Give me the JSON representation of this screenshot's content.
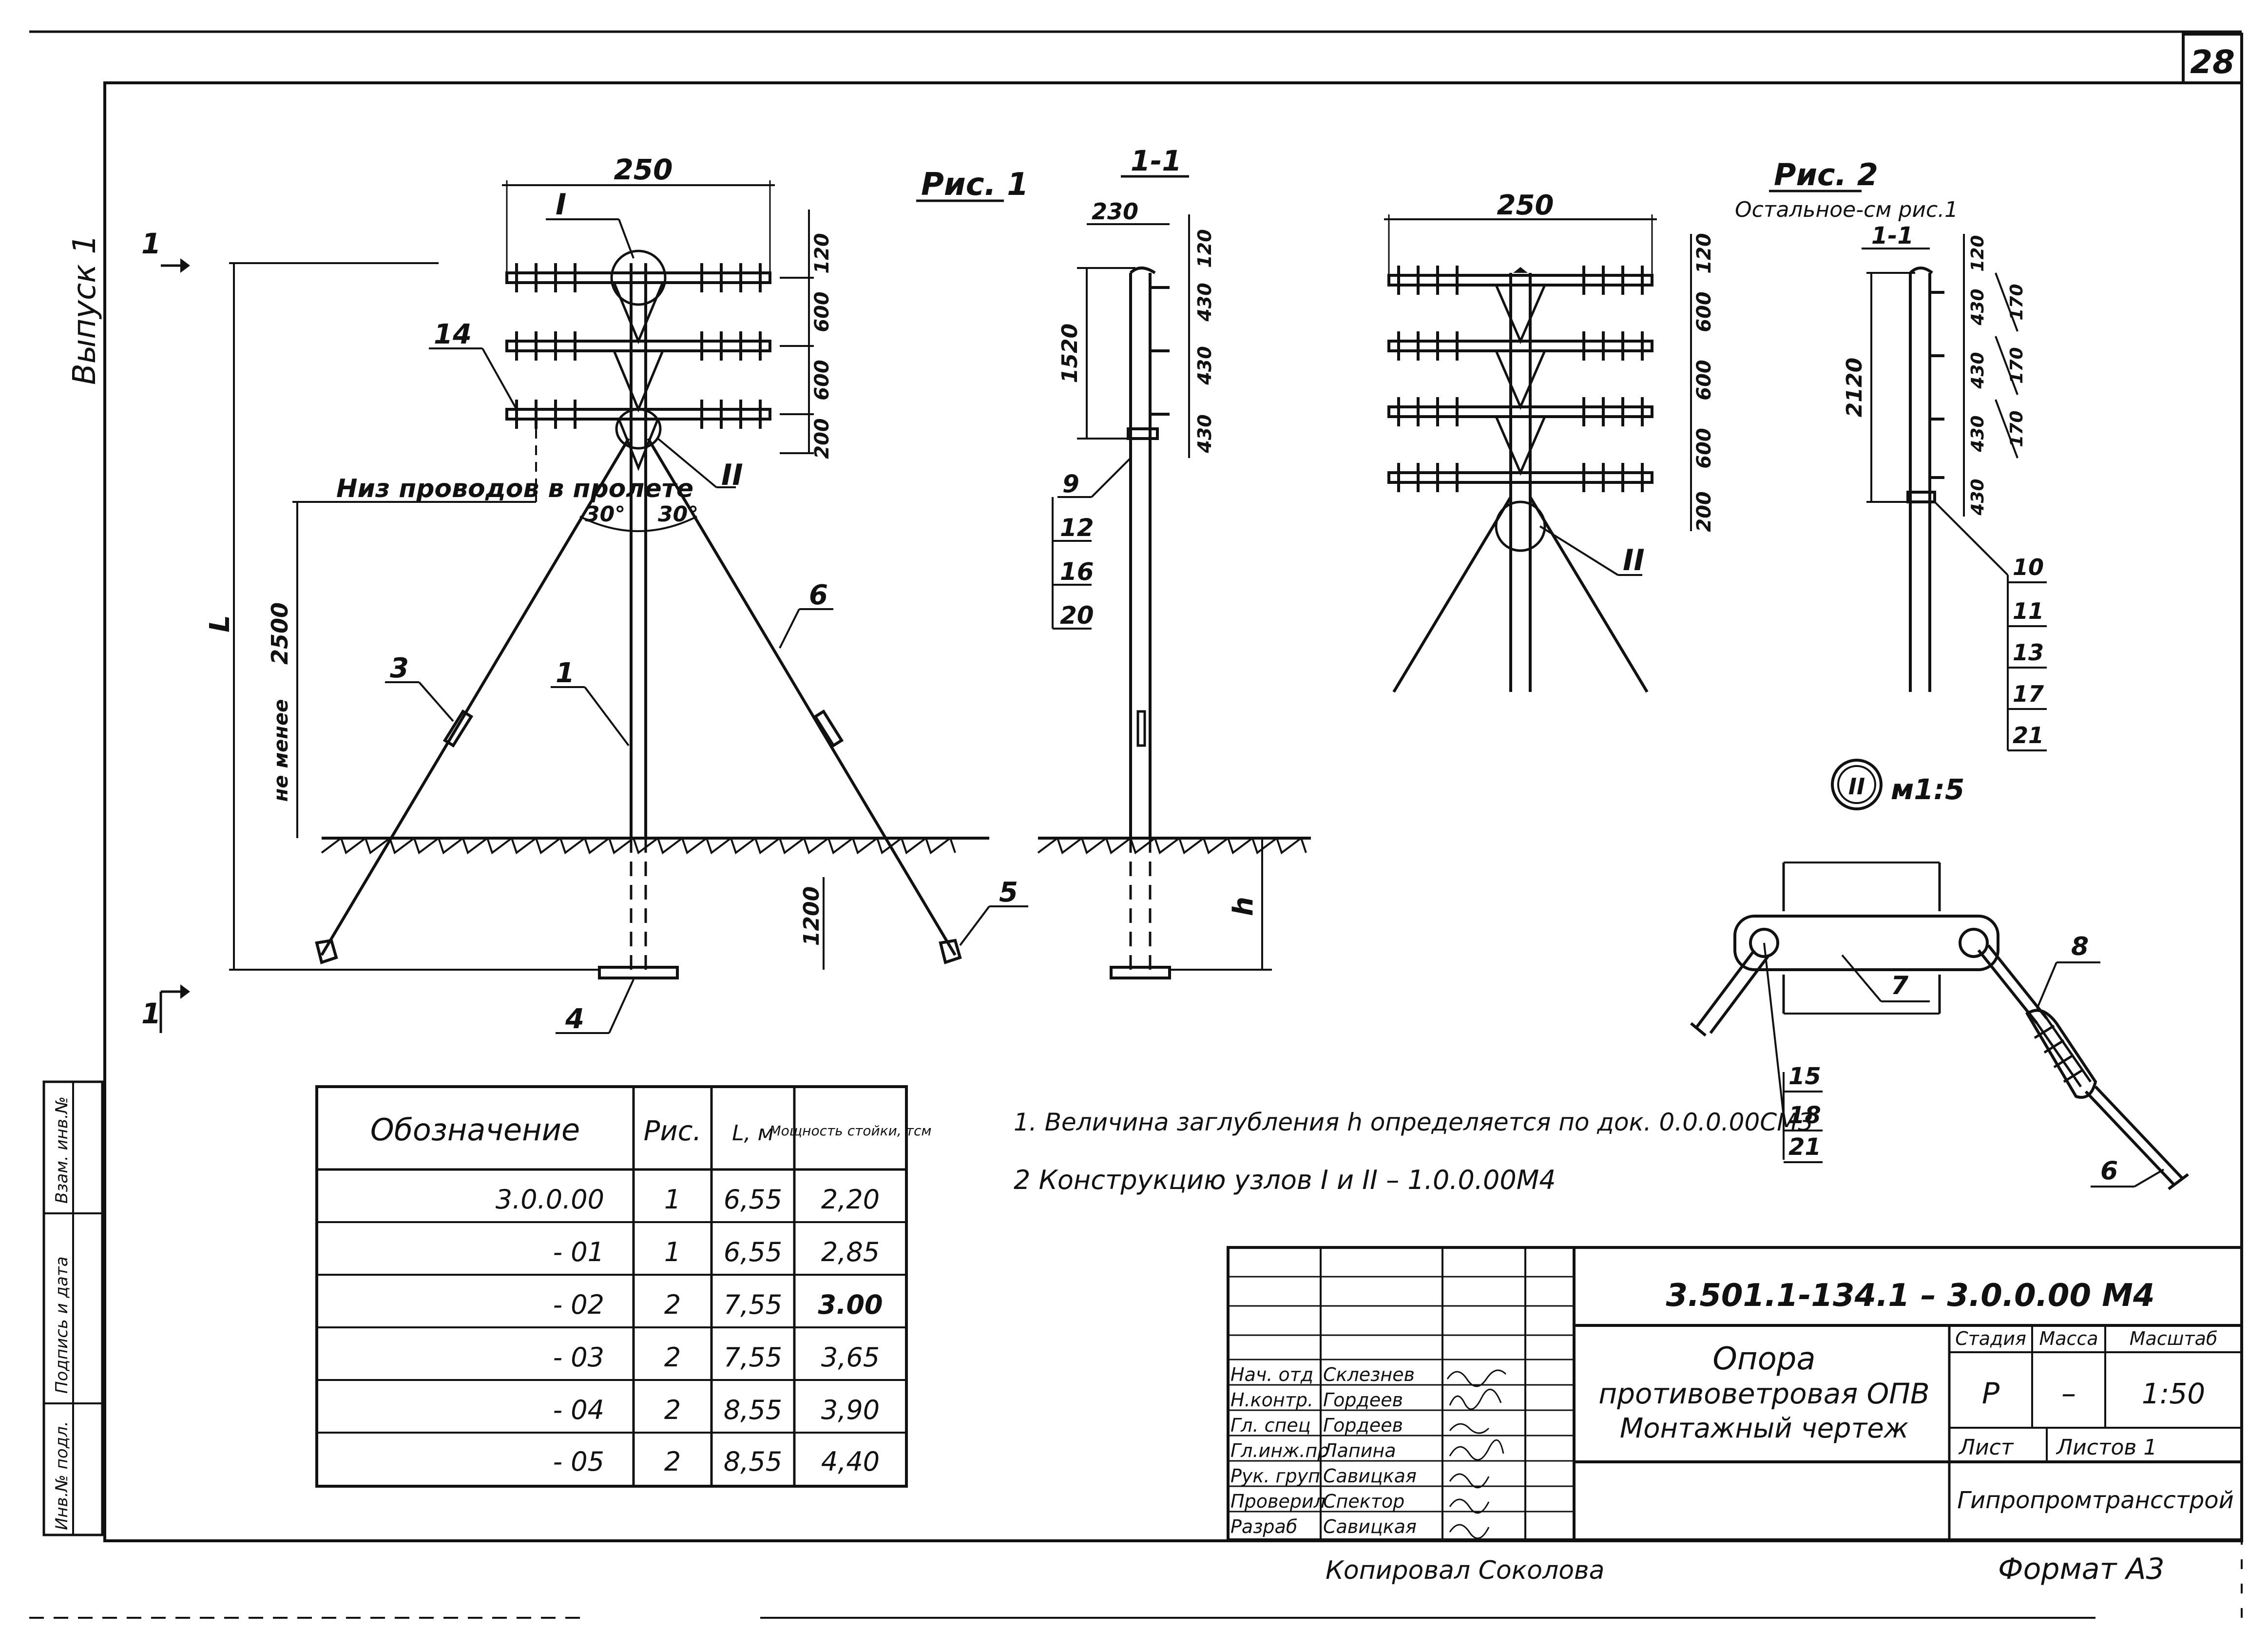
{
  "sheet": {
    "number": "28",
    "vypusk": "Выпуск 1",
    "format_label": "Формат А3",
    "copied_by": "Копировал  Соколова"
  },
  "side_stamp": {
    "vzam": "Взам. инв.№",
    "podpis": "Подпись и дата",
    "inv": "Инв.№ подл."
  },
  "fig1": {
    "caption": "Рис. 1",
    "dim_top": "250",
    "section_mark": "1",
    "node_I": "I",
    "node_II": "II",
    "dims_right": [
      "120",
      "600",
      "600",
      "200"
    ],
    "label_wires": "Низ проводов в пролете",
    "dim_2500": "2500",
    "ne_menee": "не менее",
    "dim_L": "L",
    "dim_1200": "1200",
    "angle_left": "30°",
    "angle_right": "30°",
    "callouts": [
      "14",
      "3",
      "1",
      "6",
      "5",
      "4"
    ]
  },
  "sec1": {
    "caption": "1-1",
    "dim_230": "230",
    "dim_1520": "1520",
    "dims_right": [
      "120",
      "430",
      "430",
      "430"
    ],
    "callouts": [
      "9",
      "12",
      "16",
      "20"
    ],
    "dim_h": "h"
  },
  "fig2": {
    "caption": "Рис. 2",
    "subcaption": "Остальное-см рис.1",
    "dim_top": "250",
    "dims_right": [
      "120",
      "600",
      "600",
      "600",
      "200"
    ],
    "node_II": "II"
  },
  "sec2": {
    "caption": "1-1",
    "dim_2120": "2120",
    "dims_right": [
      "120",
      "430",
      "430",
      "430",
      "430"
    ],
    "dims_170": [
      "170",
      "170",
      "170"
    ],
    "callouts": [
      "10",
      "11",
      "13",
      "17",
      "21"
    ]
  },
  "node_detail": {
    "label": "II",
    "scale": "м1:5",
    "callouts": [
      "8",
      "7",
      "15",
      "18",
      "21",
      "6"
    ]
  },
  "notes": [
    "1. Величина заглубления h определяется по док. 0.0.0.00СМ3",
    "2  Конструкцию узлов  I и II  –  1.0.0.00М4"
  ],
  "spec_table": {
    "headers": [
      "Обозначение",
      "Рис.",
      "L, м",
      "Мощность стойки, тсм"
    ],
    "rows": [
      [
        "3.0.0.00",
        "1",
        "6,55",
        "2,20"
      ],
      [
        "- 01",
        "1",
        "6,55",
        "2,85"
      ],
      [
        "- 02",
        "2",
        "7,55",
        "3.00"
      ],
      [
        "- 03",
        "2",
        "7,55",
        "3,65"
      ],
      [
        "- 04",
        "2",
        "8,55",
        "3,90"
      ],
      [
        "- 05",
        "2",
        "8,55",
        "4,40"
      ]
    ]
  },
  "title_block": {
    "code": "3.501.1-134.1 – 3.0.0.00 М4",
    "title": [
      "Опора",
      "противоветровая ОПВ",
      "Монтажный  чертеж"
    ],
    "stage_header": "Стадия",
    "mass_header": "Масса",
    "scale_header": "Масштаб",
    "stage": "Р",
    "mass": "–",
    "scale": "1:50",
    "sheet_label": "Лист",
    "sheets_label": "Листов  1",
    "org": "Гипропромтрансстрой",
    "staff": [
      [
        "Нач. отд",
        "Склезнев"
      ],
      [
        "Н.контр.",
        "Гордеев"
      ],
      [
        "Гл. спец",
        "Гордеев"
      ],
      [
        "Гл.инж.пр",
        "Лапина"
      ],
      [
        "Рук. груп",
        "Савицкая"
      ],
      [
        "Проверил",
        "Спектор"
      ],
      [
        "Разраб",
        "Савицкая"
      ]
    ],
    "signatures": [
      "Склезнев",
      "Гордеев",
      "Гордеев",
      "Лапина",
      "Савицкая",
      "Спектор",
      "Савицкая"
    ]
  }
}
